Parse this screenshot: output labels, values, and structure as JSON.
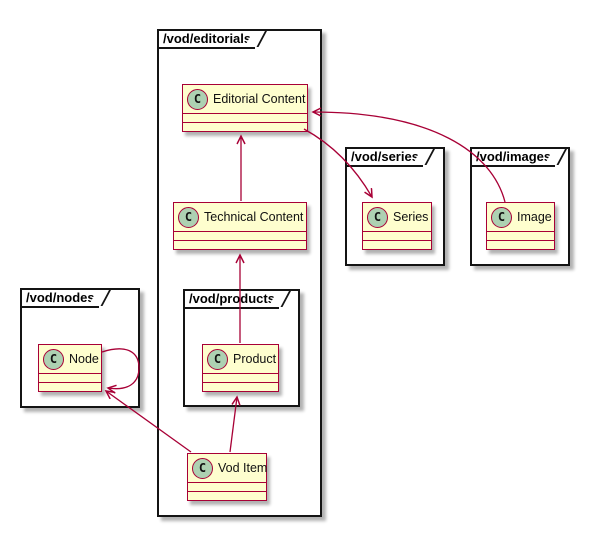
{
  "diagram": {
    "type": "uml-package-class-diagram",
    "colors": {
      "background": "#FFFFFF",
      "package_border": "#141414",
      "class_fill": "#FEFECE",
      "class_border": "#A80036",
      "stereotype_circle_fill": "#ADD1B2",
      "edge": "#A80036"
    },
    "packages": [
      {
        "id": "editorials",
        "label": "/vod/editorials"
      },
      {
        "id": "series",
        "label": "/vod/series"
      },
      {
        "id": "images",
        "label": "/vod/images"
      },
      {
        "id": "nodes",
        "label": "/vod/nodes"
      },
      {
        "id": "products",
        "label": "/vod/products"
      }
    ],
    "classes": [
      {
        "id": "editorial-content",
        "stereotype": "C",
        "label": "Editorial Content",
        "package": "/vod/editorials"
      },
      {
        "id": "technical-content",
        "stereotype": "C",
        "label": "Technical Content",
        "package": "/vod/editorials"
      },
      {
        "id": "vod-item",
        "stereotype": "C",
        "label": "Vod Item",
        "package": "/vod/editorials"
      },
      {
        "id": "series",
        "stereotype": "C",
        "label": "Series",
        "package": "/vod/series"
      },
      {
        "id": "image",
        "stereotype": "C",
        "label": "Image",
        "package": "/vod/images"
      },
      {
        "id": "node",
        "stereotype": "C",
        "label": "Node",
        "package": "/vod/nodes"
      },
      {
        "id": "product",
        "stereotype": "C",
        "label": "Product",
        "package": "/vod/products"
      }
    ],
    "relations": [
      {
        "from": "Technical Content",
        "to": "Editorial Content"
      },
      {
        "from": "Editorial Content",
        "to": "Series"
      },
      {
        "from": "Image",
        "to": "Editorial Content"
      },
      {
        "from": "Product",
        "to": "Technical Content"
      },
      {
        "from": "Vod Item",
        "to": "Product"
      },
      {
        "from": "Vod Item",
        "to": "Node"
      },
      {
        "from": "Node",
        "to": "Node"
      }
    ]
  }
}
